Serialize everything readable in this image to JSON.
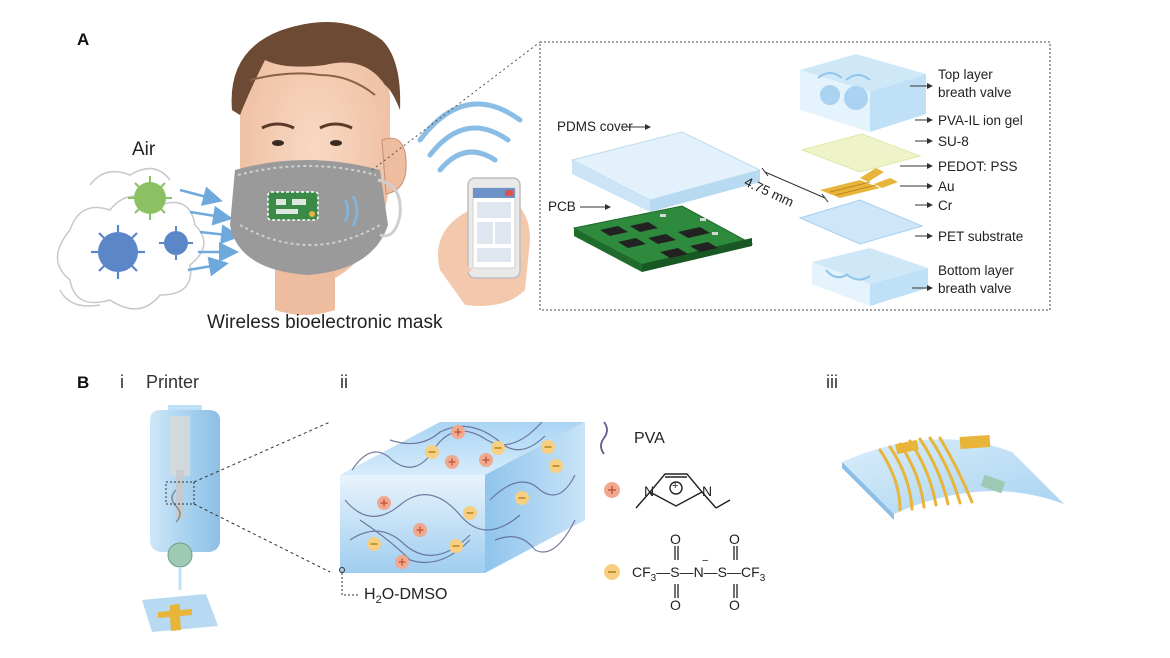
{
  "panel_a": {
    "letter": "A",
    "air": "Air",
    "caption": "Wireless bioelectronic mask",
    "pdms_cover": "PDMS cover",
    "pcb": "PCB",
    "dimension": "4.75 mm",
    "layers": [
      "Top layer",
      "breath valve",
      "PVA-IL ion gel",
      "SU-8",
      "PEDOT: PSS",
      "Au",
      "Cr",
      "PET substrate",
      "Bottom layer",
      "breath valve"
    ]
  },
  "panel_b": {
    "letter": "B",
    "step_i": "i",
    "printer": "Printer",
    "step_ii": "ii",
    "step_iii": "iii",
    "solvent": "H2O-DMSO",
    "solvent_base": "H",
    "solvent_sub": "2",
    "solvent_rest": "O-DMSO",
    "legend_pva": "PVA",
    "anion_left": "CF",
    "anion_left_sub": "3",
    "anion_mid": "—S—N—S—",
    "anion_right": "CF",
    "anion_right_sub": "3",
    "minus": "−",
    "plus": "+",
    "oxygen": "O"
  },
  "colors": {
    "cation": "#f0a88e",
    "anion": "#f6cf83",
    "gel_blue": "#bfe0f6",
    "pcb_green": "#2e8a3c",
    "gold": "#e8b43a",
    "virus_blue": "#5b86c7",
    "virus_green": "#8bc163"
  }
}
